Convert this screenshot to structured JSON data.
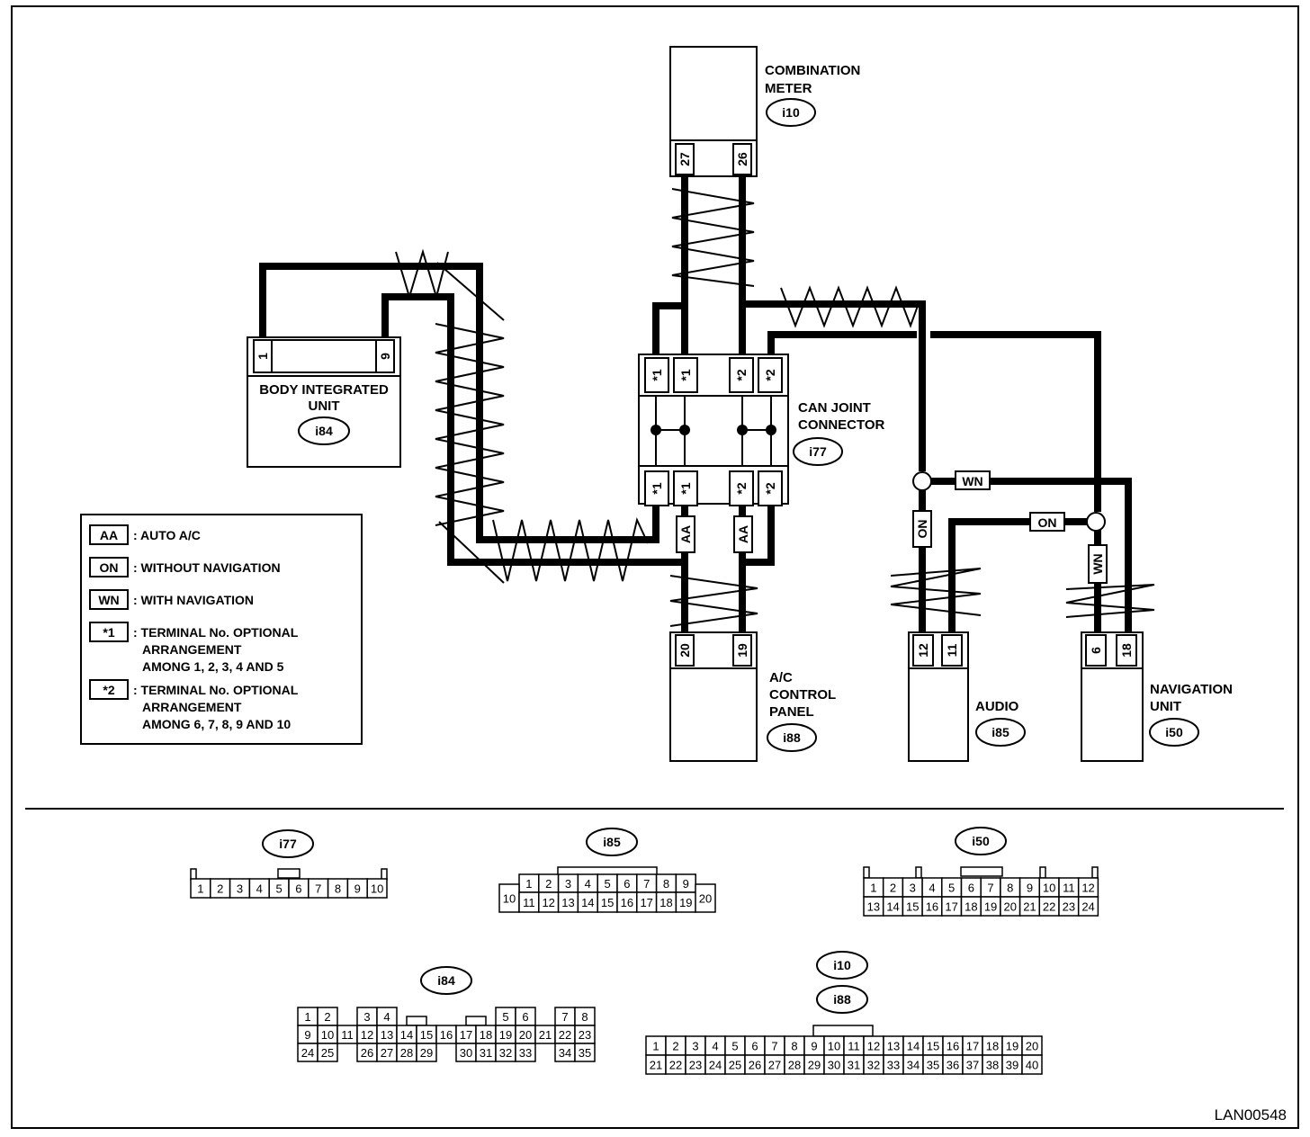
{
  "components": {
    "combination_meter": {
      "name": [
        "COMBINATION",
        "METER"
      ],
      "code": "i10",
      "pins": [
        "27",
        "26"
      ]
    },
    "body_integrated_unit": {
      "name": [
        "BODY INTEGRATED",
        "UNIT"
      ],
      "code": "i84",
      "pins": [
        "1",
        "9"
      ]
    },
    "can_joint_connector": {
      "name": [
        "CAN JOINT",
        "CONNECTOR"
      ],
      "code": "i77",
      "pins": [
        "*1",
        "*1",
        "*2",
        "*2"
      ]
    },
    "ac_control_panel": {
      "name": [
        "A/C",
        "CONTROL",
        "PANEL"
      ],
      "code": "i88",
      "pins": [
        "20",
        "19"
      ]
    },
    "audio": {
      "name": [
        "AUDIO"
      ],
      "code": "i85",
      "pins": [
        "12",
        "11"
      ]
    },
    "navigation_unit": {
      "name": [
        "NAVIGATION",
        "UNIT"
      ],
      "code": "i50",
      "pins": [
        "6",
        "18"
      ]
    }
  },
  "wire_tags": {
    "aa": "AA",
    "on": "ON",
    "wn": "WN"
  },
  "legend": [
    {
      "tag": "AA",
      "lines": [
        ": AUTO A/C"
      ]
    },
    {
      "tag": "ON",
      "lines": [
        ": WITHOUT NAVIGATION"
      ]
    },
    {
      "tag": "WN",
      "lines": [
        ": WITH NAVIGATION"
      ]
    },
    {
      "tag": "*1",
      "lines": [
        ": TERMINAL No. OPTIONAL",
        "ARRANGEMENT",
        "AMONG 1, 2, 3, 4 AND 5"
      ]
    },
    {
      "tag": "*2",
      "lines": [
        ": TERMINAL No. OPTIONAL",
        "ARRANGEMENT",
        "AMONG 6, 7, 8, 9 AND 10"
      ]
    }
  ],
  "connector_faces": {
    "i77": {
      "code": "i77",
      "rows": [
        [
          "1",
          "2",
          "3",
          "4",
          "5",
          "6",
          "7",
          "8",
          "9",
          "10"
        ]
      ]
    },
    "i85": {
      "code": "i85",
      "rows": [
        [
          "1",
          "2",
          "3",
          "4",
          "5",
          "6",
          "7",
          "8",
          "9"
        ],
        [
          "10",
          "11",
          "12",
          "13",
          "14",
          "15",
          "16",
          "17",
          "18",
          "19",
          "20"
        ]
      ]
    },
    "i50": {
      "code": "i50",
      "rows": [
        [
          "1",
          "2",
          "3",
          "4",
          "5",
          "6",
          "7",
          "8",
          "9",
          "10",
          "11",
          "12"
        ],
        [
          "13",
          "14",
          "15",
          "16",
          "17",
          "18",
          "19",
          "20",
          "21",
          "22",
          "23",
          "24"
        ]
      ]
    },
    "i84": {
      "code": "i84",
      "rows": [
        [
          "1",
          "2",
          "3",
          "4",
          "5",
          "6",
          "7",
          "8"
        ],
        [
          "9",
          "10",
          "11",
          "12",
          "13",
          "14",
          "15",
          "16",
          "17",
          "18",
          "19",
          "20",
          "21",
          "22",
          "23"
        ],
        [
          "24",
          "25",
          "26",
          "27",
          "28",
          "29",
          "30",
          "31",
          "32",
          "33",
          "34",
          "35"
        ]
      ]
    },
    "i10_i88": {
      "codes": [
        "i10",
        "i88"
      ],
      "rows": [
        [
          "1",
          "2",
          "3",
          "4",
          "5",
          "6",
          "7",
          "8",
          "9",
          "10",
          "11",
          "12",
          "13",
          "14",
          "15",
          "16",
          "17",
          "18",
          "19",
          "20"
        ],
        [
          "21",
          "22",
          "23",
          "24",
          "25",
          "26",
          "27",
          "28",
          "29",
          "30",
          "31",
          "32",
          "33",
          "34",
          "35",
          "36",
          "37",
          "38",
          "39",
          "40"
        ]
      ]
    }
  },
  "drawing_code": "LAN00548"
}
